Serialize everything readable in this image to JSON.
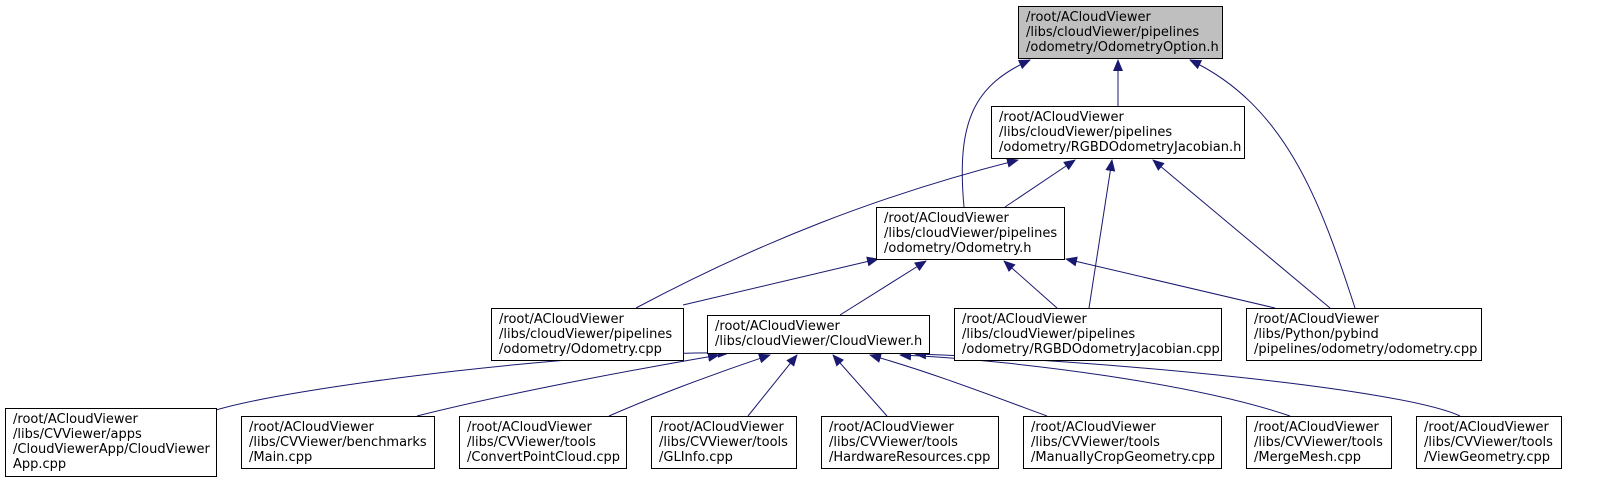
{
  "colors": {
    "edge": "#191970",
    "node_fill": "#ffffff",
    "focus_fill": "#bfbfbf",
    "node_border": "#000000"
  },
  "nodes": [
    {
      "id": "opt",
      "focus": true,
      "lines": [
        "/root/ACloudViewer",
        "/libs/cloudViewer/pipelines",
        "/odometry/OdometryOption.h"
      ]
    },
    {
      "id": "jach",
      "lines": [
        "/root/ACloudViewer",
        "/libs/cloudViewer/pipelines",
        "/odometry/RGBDOdometryJacobian.h"
      ]
    },
    {
      "id": "odoh",
      "lines": [
        "/root/ACloudViewer",
        "/libs/cloudViewer/pipelines",
        "/odometry/Odometry.h"
      ]
    },
    {
      "id": "odocpp",
      "lines": [
        "/root/ACloudViewer",
        "/libs/cloudViewer/pipelines",
        "/odometry/Odometry.cpp"
      ]
    },
    {
      "id": "cvh",
      "lines": [
        "/root/ACloudViewer",
        "/libs/cloudViewer/CloudViewer.h"
      ]
    },
    {
      "id": "jaccpp",
      "lines": [
        "/root/ACloudViewer",
        "/libs/cloudViewer/pipelines",
        "/odometry/RGBDOdometryJacobian.cpp"
      ]
    },
    {
      "id": "pyodo",
      "lines": [
        "/root/ACloudViewer",
        "/libs/Python/pybind",
        "/pipelines/odometry/odometry.cpp"
      ]
    },
    {
      "id": "app",
      "lines": [
        "/root/ACloudViewer",
        "/libs/CVViewer/apps",
        "/CloudViewerApp/CloudViewer",
        "App.cpp"
      ]
    },
    {
      "id": "bench",
      "lines": [
        "/root/ACloudViewer",
        "/libs/CVViewer/benchmarks",
        "/Main.cpp"
      ]
    },
    {
      "id": "convert",
      "lines": [
        "/root/ACloudViewer",
        "/libs/CVViewer/tools",
        "/ConvertPointCloud.cpp"
      ]
    },
    {
      "id": "glinfo",
      "lines": [
        "/root/ACloudViewer",
        "/libs/CVViewer/tools",
        "/GLInfo.cpp"
      ]
    },
    {
      "id": "hw",
      "lines": [
        "/root/ACloudViewer",
        "/libs/CVViewer/tools",
        "/HardwareResources.cpp"
      ]
    },
    {
      "id": "crop",
      "lines": [
        "/root/ACloudViewer",
        "/libs/CVViewer/tools",
        "/ManuallyCropGeometry.cpp"
      ]
    },
    {
      "id": "merge",
      "lines": [
        "/root/ACloudViewer",
        "/libs/CVViewer/tools",
        "/MergeMesh.cpp"
      ]
    },
    {
      "id": "viewgeo",
      "lines": [
        "/root/ACloudViewer",
        "/libs/CVViewer/tools",
        "/ViewGeometry.cpp"
      ]
    }
  ],
  "edges": [
    {
      "from": "jach",
      "to": "opt"
    },
    {
      "from": "odoh",
      "to": "opt"
    },
    {
      "from": "pyodo",
      "to": "opt"
    },
    {
      "from": "odoh",
      "to": "jach"
    },
    {
      "from": "odocpp",
      "to": "jach"
    },
    {
      "from": "jaccpp",
      "to": "jach"
    },
    {
      "from": "pyodo",
      "to": "jach"
    },
    {
      "from": "odocpp",
      "to": "odoh"
    },
    {
      "from": "cvh",
      "to": "odoh"
    },
    {
      "from": "jaccpp",
      "to": "odoh"
    },
    {
      "from": "pyodo",
      "to": "odoh"
    },
    {
      "from": "app",
      "to": "cvh"
    },
    {
      "from": "bench",
      "to": "cvh"
    },
    {
      "from": "convert",
      "to": "cvh"
    },
    {
      "from": "glinfo",
      "to": "cvh"
    },
    {
      "from": "hw",
      "to": "cvh"
    },
    {
      "from": "crop",
      "to": "cvh"
    },
    {
      "from": "merge",
      "to": "cvh"
    },
    {
      "from": "viewgeo",
      "to": "cvh"
    }
  ]
}
